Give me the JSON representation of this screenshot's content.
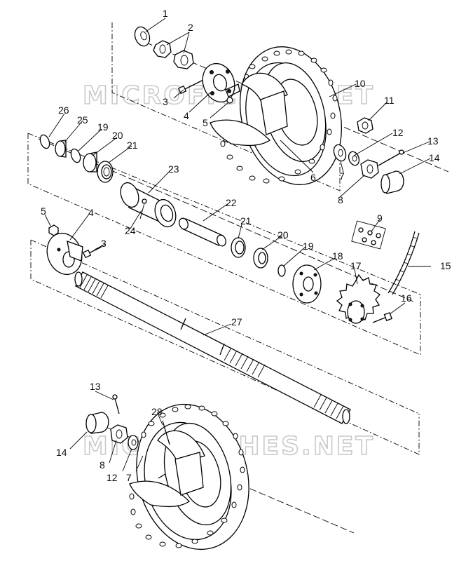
{
  "watermark": "MICROFICHES.NET",
  "callouts": {
    "p1": "1",
    "p2": "2",
    "p3_top": "3",
    "p4_top": "4",
    "p5_top": "5",
    "p6": "6",
    "p7_top": "7",
    "p8_top": "8",
    "p9": "9",
    "p10": "10",
    "p11": "11",
    "p12_top": "12",
    "p13_top": "13",
    "p14_top": "14",
    "p15": "15",
    "p16": "16",
    "p17": "17",
    "p18": "18",
    "p19_a": "19",
    "p19_b": "19",
    "p20_a": "20",
    "p20_b": "20",
    "p21_a": "21",
    "p21_b": "21",
    "p22": "22",
    "p23": "23",
    "p24": "24",
    "p25": "25",
    "p26": "26",
    "p27": "27",
    "p5_mid": "5",
    "p4_mid": "4",
    "p3_mid": "3",
    "p13_bot": "13",
    "p14_bot": "14",
    "p8_bot": "8",
    "p12_bot": "12",
    "p7_bot": "7",
    "p28": "28"
  },
  "colors": {
    "ink": "#000000",
    "watermark": "#c9c9c9",
    "background": "#ffffff"
  }
}
